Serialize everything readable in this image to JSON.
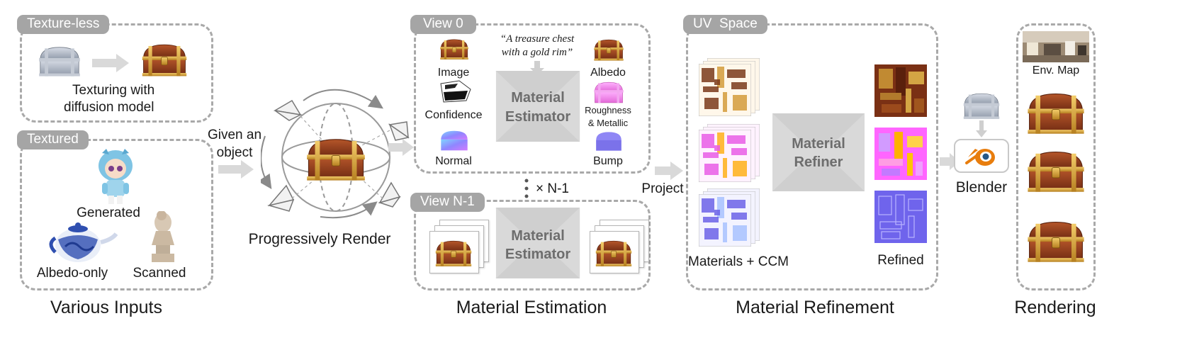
{
  "inputs": {
    "tag_textureless": "Texture-less",
    "texturing_line1": "Texturing with",
    "texturing_line2": "diffusion model",
    "tag_textured": "Textured",
    "generated": "Generated",
    "albedo_only": "Albedo-only",
    "scanned": "Scanned",
    "section": "Various Inputs"
  },
  "render": {
    "given_line1": "Given an",
    "given_line2": "object",
    "caption": "Progressively Render"
  },
  "estimation": {
    "view0_tag": "View 0",
    "prompt_line1": "“A treasure chest",
    "prompt_line2": "with a gold rim”",
    "image": "Image",
    "confidence": "Confidence",
    "normal": "Normal",
    "estimator_line1": "Material",
    "estimator_line2": "Estimator",
    "albedo": "Albedo",
    "roughness_line1": "Roughness",
    "roughness_line2": "& Metallic",
    "bump": "Bump",
    "repeat": "× N-1",
    "viewN_tag": "View N-1",
    "section": "Material Estimation",
    "project": "Project"
  },
  "refinement": {
    "uv_tag": "UV  Space",
    "refiner_line1": "Material",
    "refiner_line2": "Refiner",
    "materials_ccm": "Materials + CCM",
    "refined": "Refined",
    "section": "Material Refinement"
  },
  "rendering": {
    "blender": "Blender",
    "env_map": "Env. Map",
    "section": "Rendering"
  },
  "colors": {
    "dash_border": "#a9a9a9",
    "tag_bg": "#a5a5a5",
    "arrow": "#d9d9d9",
    "network": "#d0d0d0",
    "wood": "#8b3a1e",
    "gold": "#d9a53a"
  }
}
